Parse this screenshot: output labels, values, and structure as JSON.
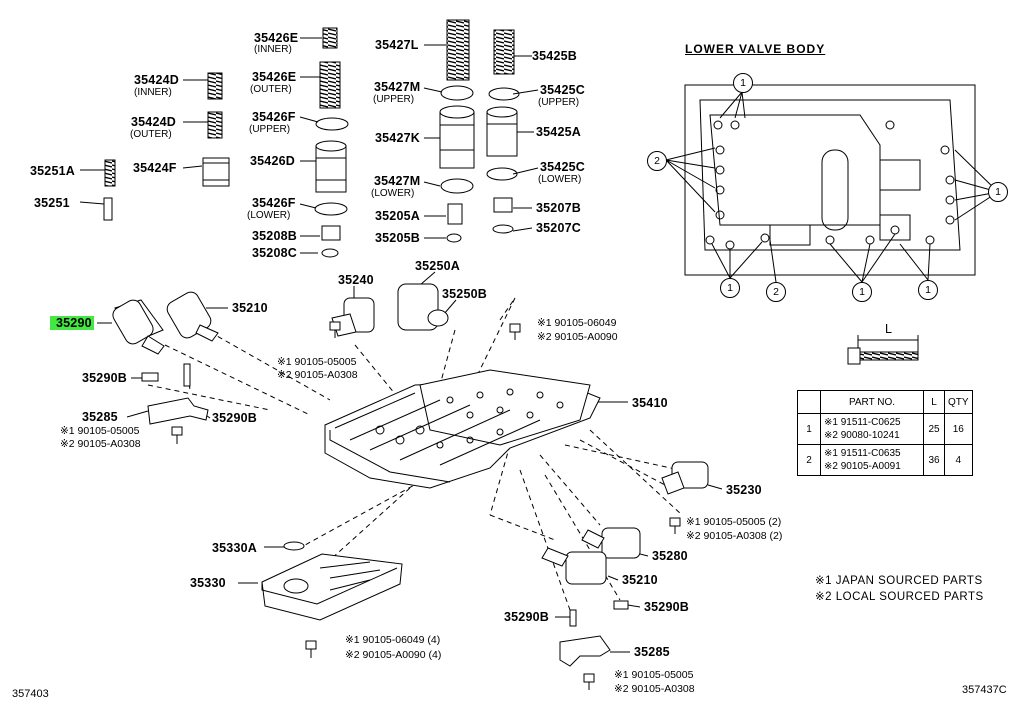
{
  "section_title": "LOWER VALVE BODY",
  "callout_values": {
    "one": "1",
    "two": "2"
  },
  "labels": {
    "p35426E_top": "35426E",
    "p35426E_top_sub": "(INNER)",
    "p35424D": "35424D",
    "p35424D_sub": "(INNER)",
    "p35426E_mid": "35426E",
    "p35426E_mid_sub": "(OUTER)",
    "p35424D_b": "35424D",
    "p35424D_b_sub": "(OUTER)",
    "p35426F_up": "35426F",
    "p35426F_up_sub": "(UPPER)",
    "p35251A": "35251A",
    "p35424F": "35424F",
    "p35426D": "35426D",
    "p35251": "35251",
    "p35426F_low": "35426F",
    "p35426F_low_sub": "(LOWER)",
    "p35208B": "35208B",
    "p35208C": "35208C",
    "p35427L": "35427L",
    "p35425B": "35425B",
    "p35427M_up": "35427M",
    "p35427M_up_sub": "(UPPER)",
    "p35425C_up": "35425C",
    "p35425C_up_sub": "(UPPER)",
    "p35427K": "35427K",
    "p35425A": "35425A",
    "p35427M_low": "35427M",
    "p35427M_low_sub": "(LOWER)",
    "p35425C_low": "35425C",
    "p35425C_low_sub": "(LOWER)",
    "p35205A": "35205A",
    "p35207B": "35207B",
    "p35205B": "35205B",
    "p35207C": "35207C",
    "p35240": "35240",
    "p35250A": "35250A",
    "p35250B": "35250B",
    "p35290": "35290",
    "p35210_top": "35210",
    "p35290B_l": "35290B",
    "p35285_l": "35285",
    "p35290B_l2": "35290B",
    "p35410": "35410",
    "p35230": "35230",
    "p35330A": "35330A",
    "p35330": "35330",
    "p35280": "35280",
    "p35210_bot": "35210",
    "p35290B_b": "35290B",
    "p35290B_r": "35290B",
    "p35285_b": "35285"
  },
  "notes": {
    "n1_a": "※1  90105-06049",
    "n1_b": "※2  90105-A0090",
    "n2_a": "※1  90105-05005",
    "n2_b": "※2  90105-A0308",
    "n3_a": "※1  90105-05005",
    "n3_b": "※2  90105-A0308",
    "n4_a": "※1  90105-05005 (2)",
    "n4_b": "※2  90105-A0308 (2)",
    "n5_a": "※1  90105-06049 (4)",
    "n5_b": "※2  90105-A0090 (4)",
    "n6_a": "※1  90105-05005",
    "n6_b": "※2  90105-A0308"
  },
  "parts_table": {
    "headers": [
      "",
      "PART NO.",
      "L",
      "QTY"
    ],
    "rows": [
      {
        "no": "1",
        "pn1": "※1  91511-C0625",
        "pn2": "※2  90080-10241",
        "l": "25",
        "qty": "16"
      },
      {
        "no": "2",
        "pn1": "※1  91511-C0635",
        "pn2": "※2  90105-A0091",
        "l": "36",
        "qty": "4"
      }
    ]
  },
  "bolt_dim_label": "L",
  "legend": {
    "line1": "※1  JAPAN SOURCED PARTS",
    "line2": "※2  LOCAL SOURCED PARTS"
  },
  "corner_left": "357403",
  "corner_right": "357437C"
}
